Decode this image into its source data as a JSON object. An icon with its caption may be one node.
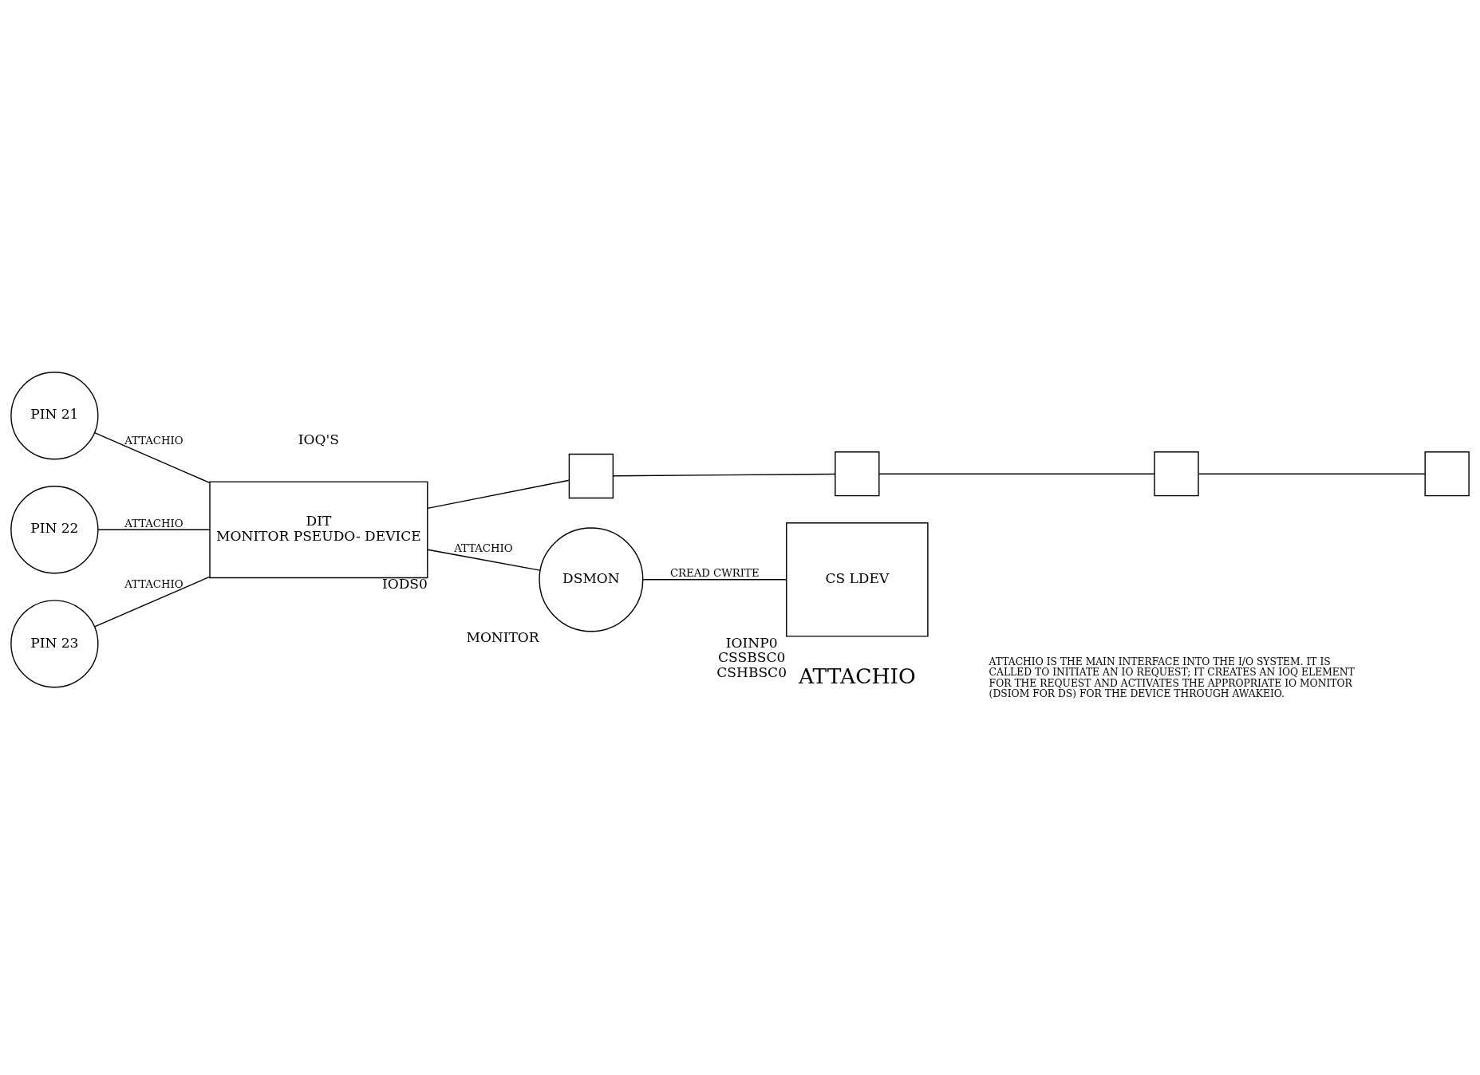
{
  "diagram": {
    "nodes": [
      {
        "text": [
          "PIN 21"
        ]
      },
      {
        "text": [
          "PIN 22"
        ]
      },
      {
        "text": [
          "PIN 23"
        ]
      },
      {
        "text": [
          "DIT",
          "MONITOR PSEUDO- DEVICE"
        ],
        "beside": [
          "IODS0"
        ]
      },
      {
        "text": [],
        "shape": "box"
      },
      {
        "text": [],
        "shape": "box"
      },
      {
        "text": [],
        "shape": "box"
      },
      {
        "text": [],
        "shape": "box"
      },
      {
        "text": [
          "DSMON"
        ],
        "beside": [
          "MONITOR"
        ]
      },
      {
        "text": [
          "CS LDEV"
        ],
        "beside": [
          "IOINP0",
          "CSSBSC0",
          "CSHBSC0"
        ]
      }
    ],
    "edges": [
      {
        "from": 0,
        "to": 3,
        "arrow": "none",
        "label": "ATTACHIO"
      },
      {
        "from": 1,
        "to": 3,
        "arrow": "none",
        "label": "ATTACHIO"
      },
      {
        "from": 2,
        "to": 3,
        "arrow": "none",
        "label": "ATTACHIO"
      },
      {
        "from": 3,
        "to": 4,
        "arrow": "none"
      },
      {
        "from": 4,
        "to": 5,
        "arrow": "none"
      },
      {
        "from": 5,
        "to": 6,
        "arrow": "none"
      },
      {
        "from": 6,
        "to": 7,
        "arrow": "none"
      },
      {
        "from": 3,
        "to": 8,
        "arrow": "none",
        "label": "ATTACHIO"
      },
      {
        "from": 8,
        "to": 9,
        "arrow": "none",
        "label": "CREAD CWRITE"
      }
    ],
    "labels": [
      "IOQ'S",
      "ATTACHIO",
      "ATTACHIO IS THE MAIN INTERFACE INTO THE I/O SYSTEM. IT IS CALLED TO INITIATE AN IO REQUEST; IT CREATES AN IOQ ELEMENT FOR THE REQUEST AND ACTIVATES THE APPROPRIATE IO MONITOR (DSIOM FOR DS) FOR THE DEVICE THROUGH AWAKEIO."
    ]
  }
}
